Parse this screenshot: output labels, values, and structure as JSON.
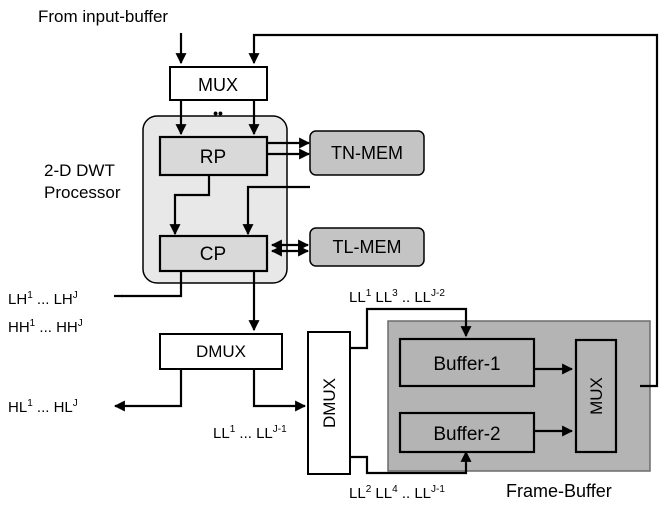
{
  "labels": {
    "input": "From input-buffer",
    "processor": [
      "2-D DWT",
      "Processor"
    ],
    "frame_buffer": "Frame-Buffer",
    "lh_out": [
      "LH",
      "1",
      " ... LH",
      "J"
    ],
    "hh_out": [
      "HH",
      "1",
      " ... HH",
      "J"
    ],
    "hl_out": [
      "HL",
      "1",
      " ... HL",
      "J"
    ],
    "ll_to_dmux": [
      "LL",
      "1",
      " ... LL",
      "J-1"
    ],
    "ll_odd": [
      "LL",
      "1",
      " LL",
      "3",
      " .. LL",
      "J-2"
    ],
    "ll_even": [
      "LL",
      "2",
      " LL",
      "4",
      " .. LL",
      "J-1"
    ],
    "mux_dots": "••"
  },
  "blocks": {
    "mux_top": "MUX",
    "rp": "RP",
    "cp": "CP",
    "tn_mem": "TN-MEM",
    "tl_mem": "TL-MEM",
    "dmux_bottom": "DMUX",
    "dmux_vertical": "DMUX",
    "buffer1": "Buffer-1",
    "buffer2": "Buffer-2",
    "mux_right": "MUX"
  },
  "colors": {
    "processor_bg": "#e8e8e8",
    "memory_bg": "#c4c4c4",
    "frame_buffer_bg": "#b4b4b4",
    "block_light": "#d9d9d9",
    "block_dark": "#b4b4b4"
  }
}
